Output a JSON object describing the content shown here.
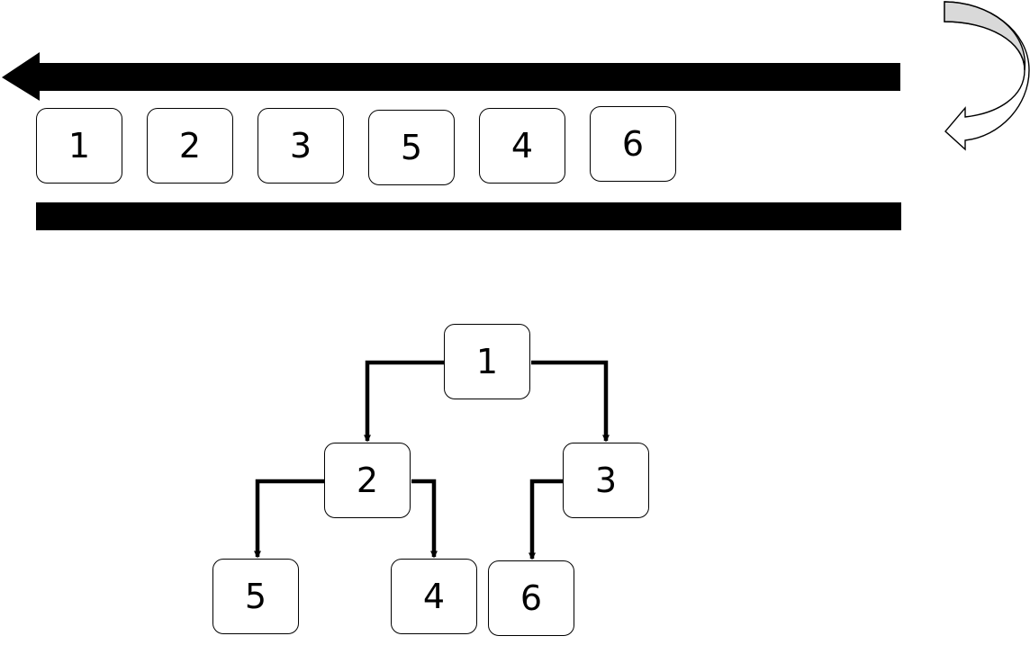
{
  "queue": {
    "items": [
      "1",
      "2",
      "3",
      "5",
      "4",
      "6"
    ]
  },
  "tree": {
    "nodes": {
      "root": "1",
      "left": "2",
      "right": "3",
      "left_left": "5",
      "left_right": "4",
      "right_left": "6"
    }
  },
  "icons": {
    "queue_direction": "left-arrow-icon",
    "rotation": "curved-arrow-icon"
  },
  "colors": {
    "stroke": "#000000",
    "curved_arrow_fill": "#d9d9d9",
    "background": "#ffffff"
  }
}
